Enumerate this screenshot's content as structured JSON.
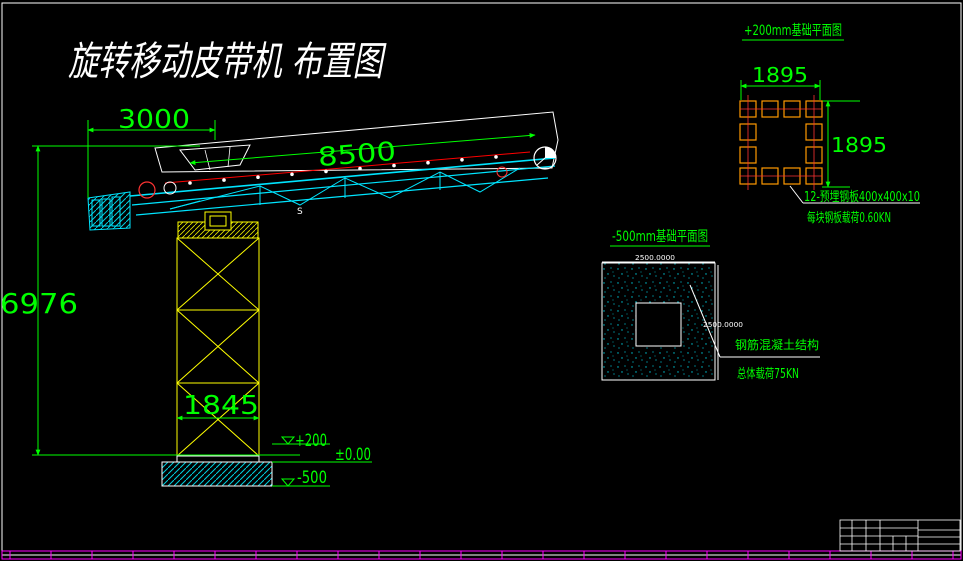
{
  "drawing": {
    "title": "旋转移动皮带机 布置图",
    "dims": {
      "boom_offset": "3000",
      "boom_length": "8500",
      "height": "6976",
      "tower_width": "1845",
      "level_plus": "+200",
      "level_zero": "±0.00",
      "level_minus": "-500"
    }
  },
  "plan_200": {
    "title": "+200mm基础平面图",
    "width": "1895",
    "depth": "1895",
    "note_embed": "12-预埋钢板400x400x10",
    "note_load": "每块钢板载荷0.60KN"
  },
  "plan_500": {
    "title": "-500mm基础平面图",
    "width": "2500.0000",
    "depth": "2500.0000",
    "note_material": "钢筋混凝土结构",
    "note_load": "总体载荷75KN"
  },
  "title_block": {
    "company": "",
    "drawing_no": ""
  },
  "colors": {
    "background": "#000000",
    "dimension": "#00ff00",
    "structure_yellow": "#ffff00",
    "conveyor_cyan": "#00e5ff",
    "outline_white": "#ffffff",
    "centerline_red": "#ff0000",
    "border_magenta": "#ff00ff",
    "embed_orange": "#ff9900"
  }
}
